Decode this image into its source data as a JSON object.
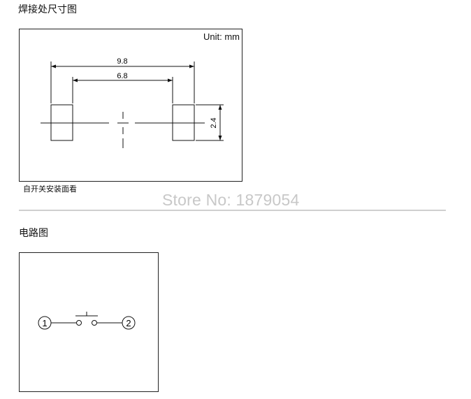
{
  "section1": {
    "title": "焊接处尺寸图",
    "unit_label": "Unit: mm",
    "dim_outer": "9.8",
    "dim_inner": "6.8",
    "dim_height": "2.4",
    "caption": "自开关安装面看"
  },
  "watermark": "Store No: 1879054",
  "section2": {
    "title": "电路图",
    "pin_1": "1",
    "pin_2": "2"
  }
}
